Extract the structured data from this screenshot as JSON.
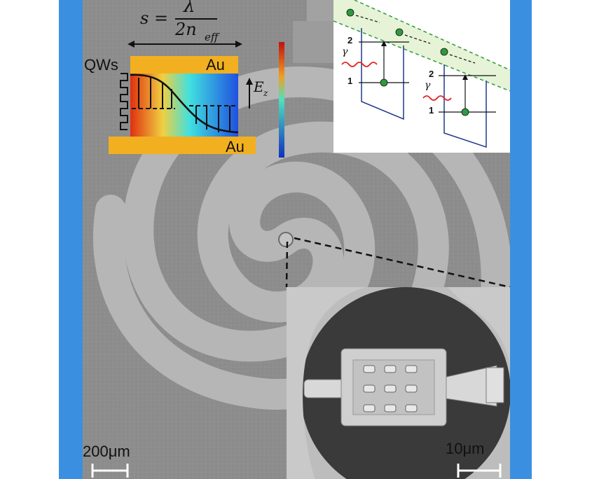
{
  "formula": {
    "lhs": "s =",
    "numerator": "λ",
    "denominator": "2n",
    "subscript": "eff"
  },
  "cavity": {
    "qws_label": "QWs",
    "au_top": "Au",
    "au_bottom": "Au",
    "field_label": "E",
    "field_subscript": "z"
  },
  "band_diagram": {
    "level_2": "2",
    "level_1": "1",
    "photon": "γ"
  },
  "scale_bars": {
    "left": "200μm",
    "right": "10μm"
  },
  "colors": {
    "frame": "#3b8fe0",
    "sem_gray": "#8d8d8d",
    "spiral_light": "#b4b4b4",
    "inset_bg": "#3a3a3a",
    "waveguide": "#e6f3d6",
    "well_line": "#1f3a8c",
    "electron": "#2e9a3e",
    "photon": "#e02020"
  }
}
